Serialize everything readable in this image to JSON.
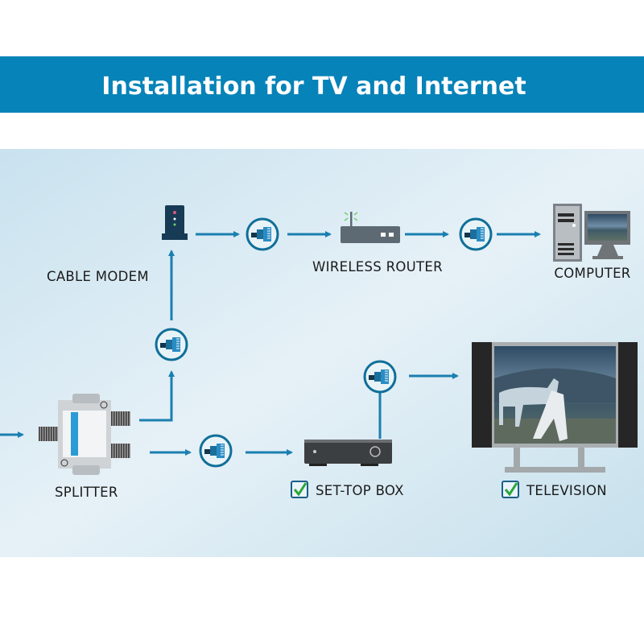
{
  "header": {
    "title": "Installation for TV and Internet"
  },
  "labels": {
    "cable_modem": "CABLE MODEM",
    "wireless_router": "WIRELESS ROUTER",
    "computer": "COMPUTER",
    "splitter": "SPLITTER",
    "set_top_box": "SET-TOP BOX",
    "television": "TELEVISION"
  },
  "checked_devices": [
    "set_top_box",
    "television"
  ],
  "colors": {
    "banner": "#0683b8",
    "arrow": "#1a7fb0",
    "panel": "#d3e8f2",
    "check": "#2aa63a"
  }
}
